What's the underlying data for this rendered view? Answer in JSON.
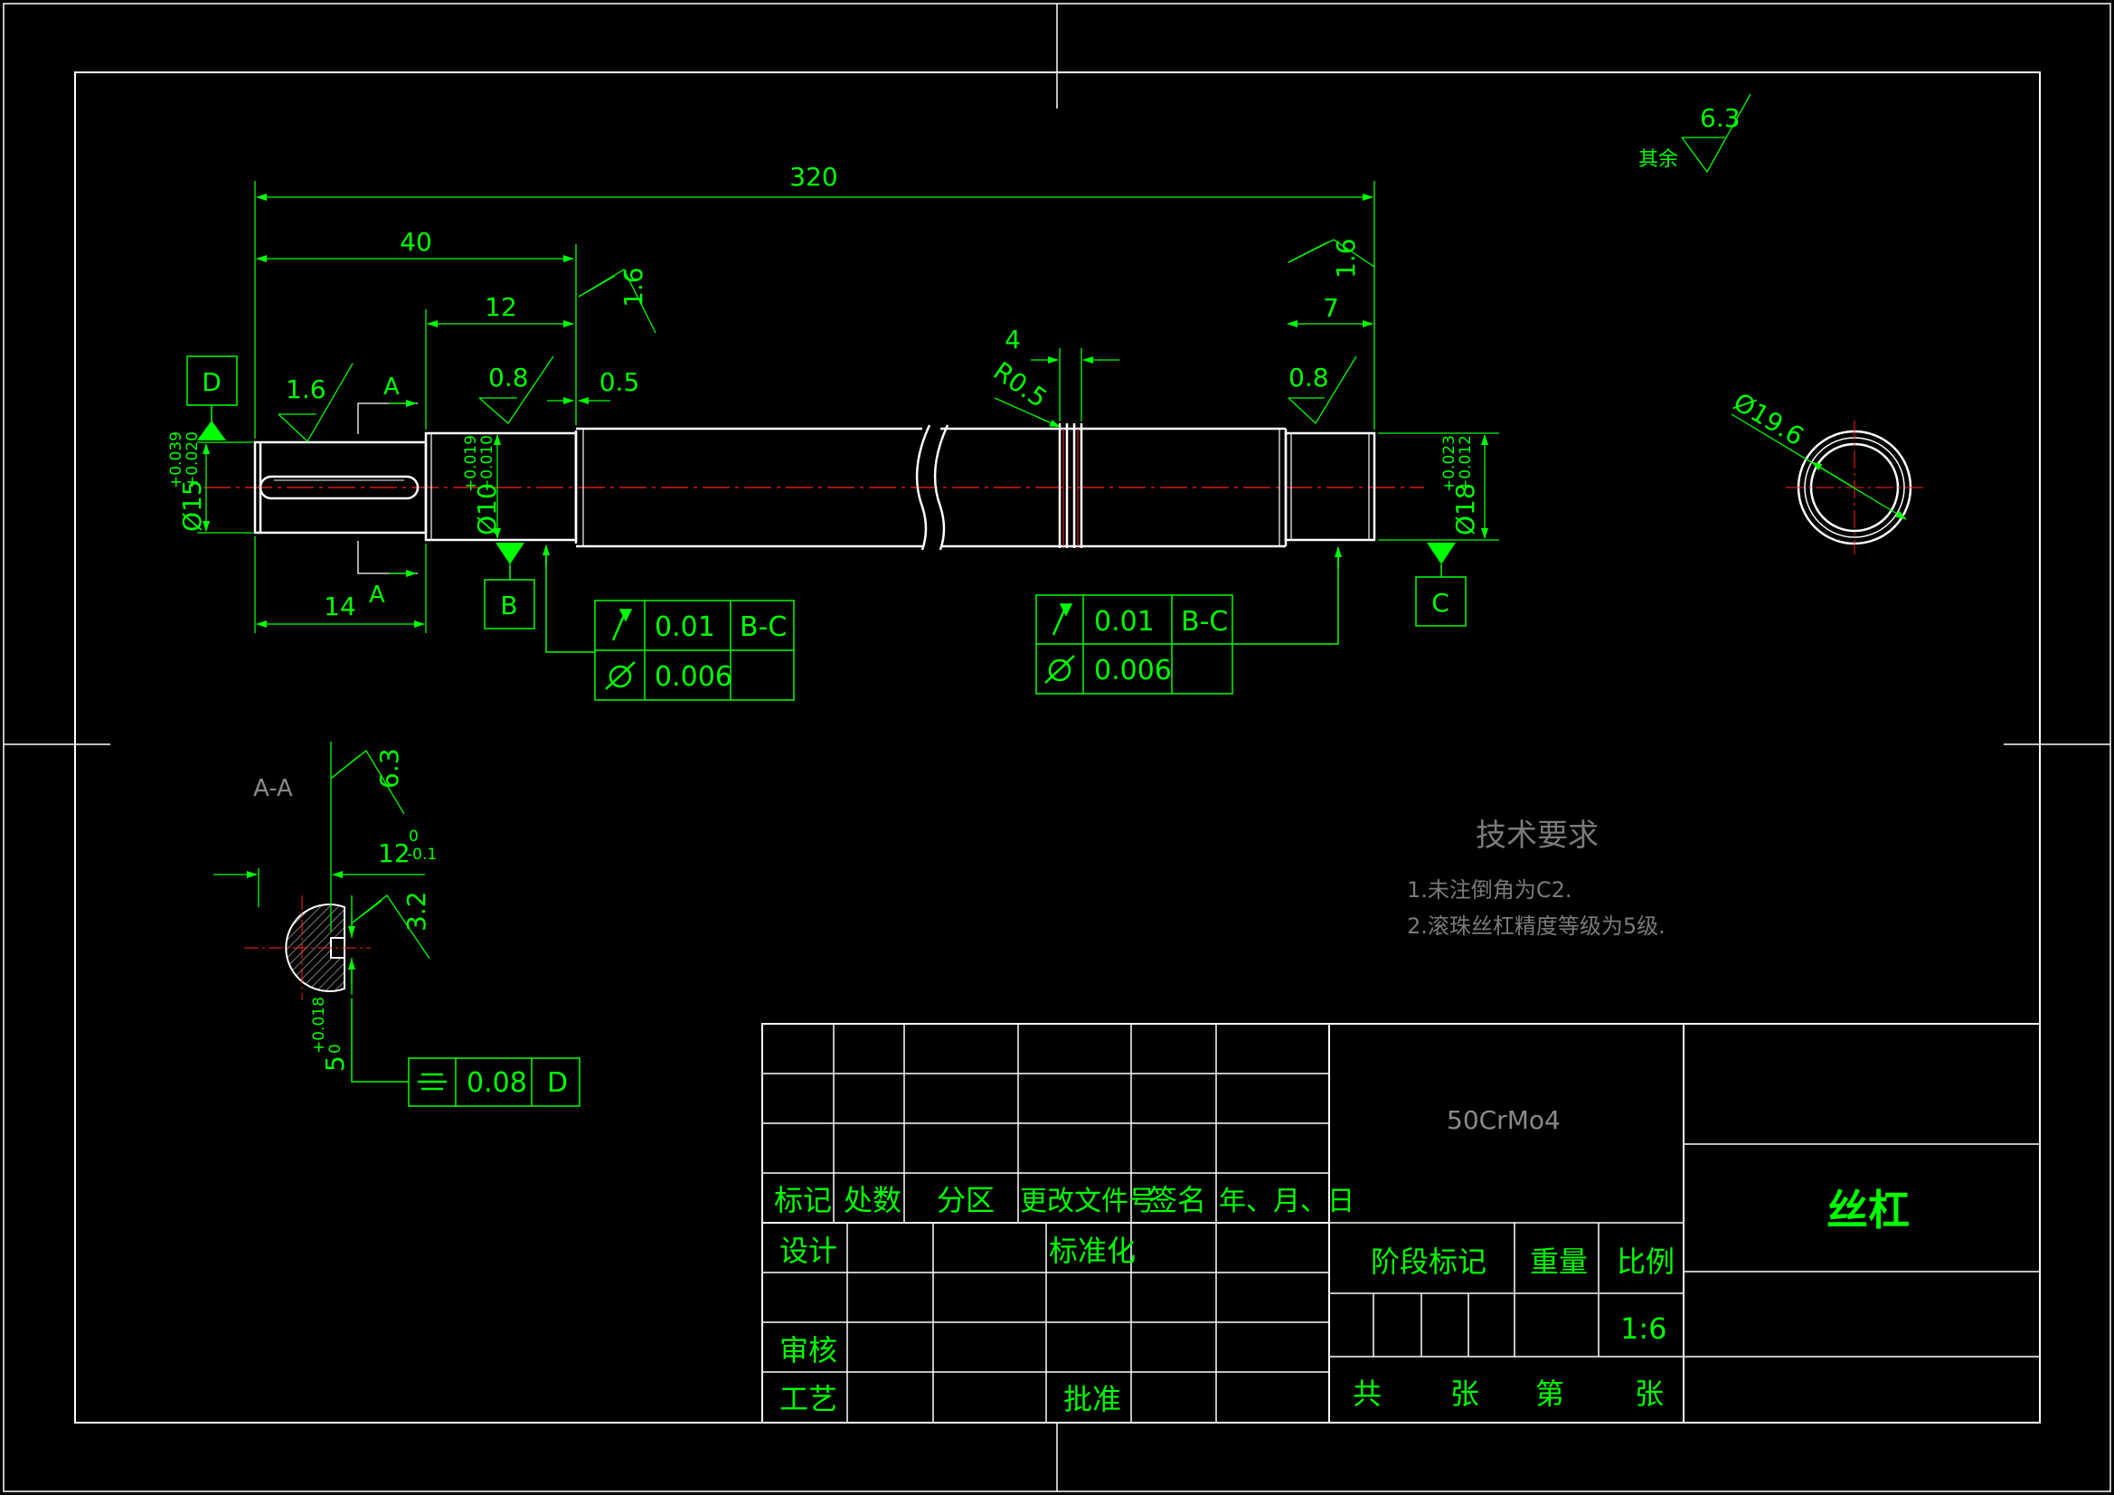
{
  "colors": {
    "background": "#000000",
    "outline": "#ffffff",
    "dimension": "#00ff00",
    "title_text": "#00ff00",
    "centerline": "#ff2020",
    "section_hatch": "#7a7a7a",
    "material_text": "#8a8a8a",
    "note_text": "#7a7a7a"
  },
  "dims": {
    "overall_length": "320",
    "left_length": "40",
    "journal_length": "12",
    "keyway_length": "14",
    "right_length": "7",
    "groove_width": "4",
    "groove_radius": "R0.5",
    "undercut": "0.5",
    "outer_diameter": "Ø19.6",
    "d15": "Ø15",
    "d15_tol_upper": "+0.039",
    "d15_tol_lower": "+0.020",
    "d10": "Ø10",
    "d10_tol_upper": "+0.019",
    "d10_tol_lower": "+0.010",
    "d18": "Ø18",
    "d18_tol_upper": "+0.023",
    "d18_tol_lower": "+0.012"
  },
  "roughness": {
    "general": "6.3",
    "general_label": "其余",
    "r_left_face": "1.6",
    "r_keyway_shaft": "1.6",
    "r_journal_left": "0.8",
    "r_right_face": "1.6",
    "r_journal_right": "0.8",
    "r_section": "6.3",
    "r_key": "3.2"
  },
  "datums": {
    "d": "D",
    "b": "B",
    "c": "C"
  },
  "section_marks": {
    "top": "A",
    "bottom": "A",
    "title": "A-A",
    "key_depth": "12",
    "key_depth_upper": "0",
    "key_depth_lower": "-0.1",
    "key_width": "5",
    "key_width_upper": "+0.018",
    "key_width_lower": "0"
  },
  "fcf_left": {
    "runout": "0.01",
    "runout_ref": "B-C",
    "cylindricity": "0.006"
  },
  "fcf_right": {
    "runout": "0.01",
    "runout_ref": "B-C",
    "cylindricity": "0.006"
  },
  "fcf_symmetry": {
    "value": "0.08",
    "ref": "D"
  },
  "notes": {
    "title": "技术要求",
    "line1": "1.未注倒角为C2.",
    "line2": "2.滚珠丝杠精度等级为5级."
  },
  "title_block": {
    "material": "50CrMo4",
    "part_name": "丝杠",
    "h_mark": "标记",
    "h_count": "处数",
    "h_zone": "分区",
    "h_doc": "更改文件号",
    "h_sign": "签名",
    "h_date": "年、月、日",
    "design": "设计",
    "standard": "标准化",
    "review": "审核",
    "process": "工艺",
    "approve": "批准",
    "stage": "阶段标记",
    "weight": "重量",
    "scale_label": "比例",
    "scale": "1:6",
    "total": "共",
    "sheet1": "张",
    "nth": "第",
    "sheet2": "张"
  }
}
